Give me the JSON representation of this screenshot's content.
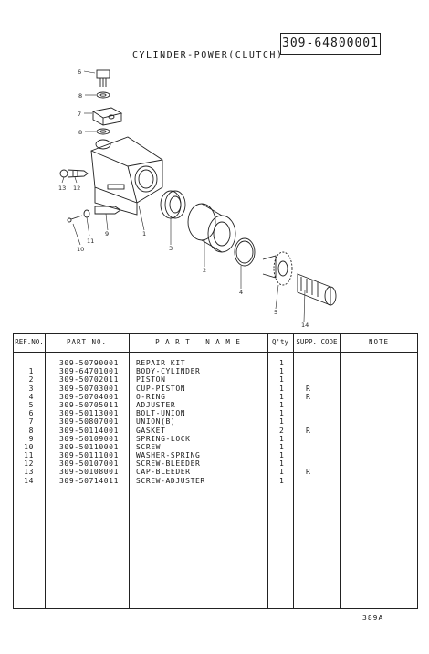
{
  "doc_number": "309-64800001",
  "title": "CYLINDER-POWER(CLUTCH)",
  "callouts": [
    "1",
    "2",
    "3",
    "4",
    "5",
    "6",
    "7",
    "8",
    "8",
    "9",
    "10",
    "11",
    "12",
    "13",
    "14"
  ],
  "table": {
    "headers": {
      "ref": "REF.NO.",
      "part": "PART NO.",
      "name": "P A R T   N A M E",
      "qty": "Q'ty",
      "supp": "SUPP. CODE",
      "note": "NOTE"
    },
    "rows": [
      {
        "ref": "",
        "part": "309-50790001",
        "name": "REPAIR KIT",
        "qty": "1",
        "supp": ""
      },
      {
        "ref": "1",
        "part": "309-64701001",
        "name": "BODY-CYLINDER",
        "qty": "1",
        "supp": ""
      },
      {
        "ref": "2",
        "part": "309-50702011",
        "name": "PISTON",
        "qty": "1",
        "supp": ""
      },
      {
        "ref": "3",
        "part": "309-50703001",
        "name": "CUP-PISTON",
        "qty": "1",
        "supp": "R"
      },
      {
        "ref": "4",
        "part": "309-50704001",
        "name": "O-RING",
        "qty": "1",
        "supp": "R"
      },
      {
        "ref": "5",
        "part": "309-50705011",
        "name": "ADJUSTER",
        "qty": "1",
        "supp": ""
      },
      {
        "ref": "6",
        "part": "309-50113001",
        "name": "BOLT-UNION",
        "qty": "1",
        "supp": ""
      },
      {
        "ref": "7",
        "part": "309-50807001",
        "name": "UNION(B)",
        "qty": "1",
        "supp": ""
      },
      {
        "ref": "8",
        "part": "309-50114001",
        "name": "GASKET",
        "qty": "2",
        "supp": "R"
      },
      {
        "ref": "9",
        "part": "309-50109001",
        "name": "SPRING-LOCK",
        "qty": "1",
        "supp": ""
      },
      {
        "ref": "10",
        "part": "309-50110001",
        "name": "SCREW",
        "qty": "1",
        "supp": ""
      },
      {
        "ref": "11",
        "part": "309-50111001",
        "name": "WASHER-SPRING",
        "qty": "1",
        "supp": ""
      },
      {
        "ref": "12",
        "part": "309-50107001",
        "name": "SCREW-BLEEDER",
        "qty": "1",
        "supp": ""
      },
      {
        "ref": "13",
        "part": "309-50108001",
        "name": "CAP-BLEEDER",
        "qty": "1",
        "supp": "R"
      },
      {
        "ref": "14",
        "part": "309-50714011",
        "name": "SCREW-ADJUSTER",
        "qty": "1",
        "supp": ""
      }
    ]
  },
  "page_number": "389A"
}
